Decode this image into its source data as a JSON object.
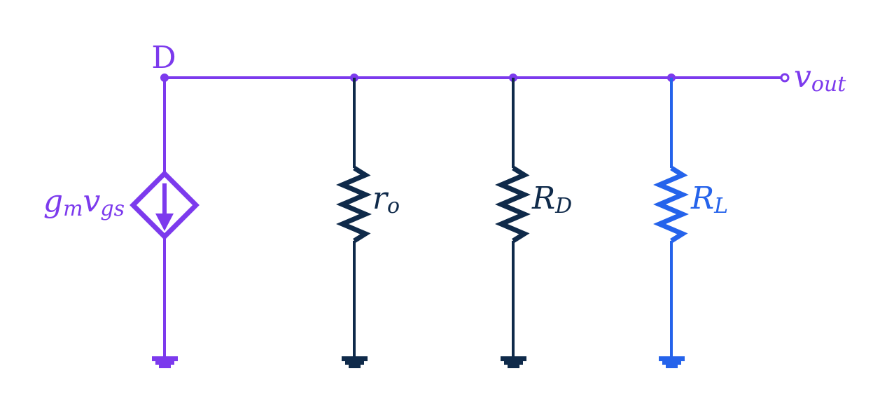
{
  "diagram": {
    "colors": {
      "purple": "#7c3aed",
      "navy": "#0f2a4a",
      "blue": "#2563eb",
      "background": "#ffffff"
    },
    "node": {
      "drain_label": "D",
      "output_label_main": "v",
      "output_label_sub": "out"
    },
    "current_source": {
      "label_main_1": "g",
      "label_sub_1": "m",
      "label_main_2": "v",
      "label_sub_2": "gs",
      "icon": "dependent-current-source-icon"
    },
    "resistors": [
      {
        "label_main": "r",
        "label_sub": "o",
        "color": "#0f2a4a"
      },
      {
        "label_main": "R",
        "label_sub": "D",
        "color": "#0f2a4a"
      },
      {
        "label_main": "R",
        "label_sub": "L",
        "color": "#2563eb"
      }
    ]
  }
}
